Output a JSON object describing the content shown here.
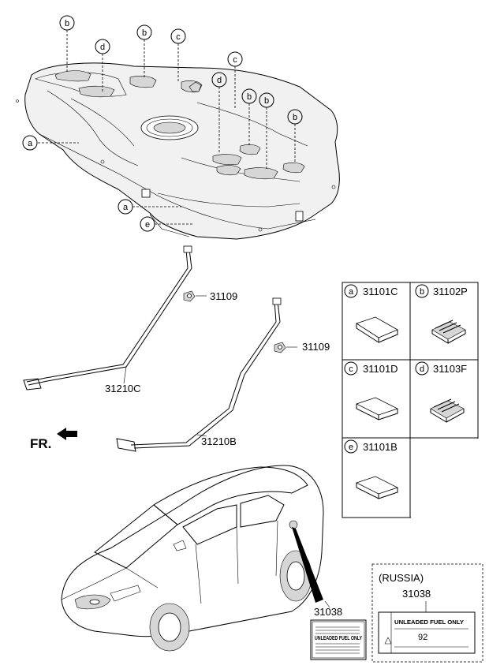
{
  "callouts": {
    "a": "a",
    "b": "b",
    "c": "c",
    "d": "d",
    "e": "e"
  },
  "parts": {
    "bolt_1": "31109",
    "bolt_2": "31109",
    "strap_left": "31210C",
    "strap_right": "31210B",
    "label_main": "31038",
    "label_russia": "31038"
  },
  "direction": "FR.",
  "legend": [
    {
      "letter": "a",
      "part": "31101C"
    },
    {
      "letter": "b",
      "part": "31102P"
    },
    {
      "letter": "c",
      "part": "31101D"
    },
    {
      "letter": "d",
      "part": "31103F"
    },
    {
      "letter": "e",
      "part": "31101B"
    }
  ],
  "russia_box": {
    "title": "(RUSSIA)",
    "part": "31038",
    "sticker_text": "UNLEADED FUEL ONLY",
    "sticker_number": "92"
  },
  "fuel_sticker": {
    "headline": "UNLEADED FUEL ONLY"
  }
}
